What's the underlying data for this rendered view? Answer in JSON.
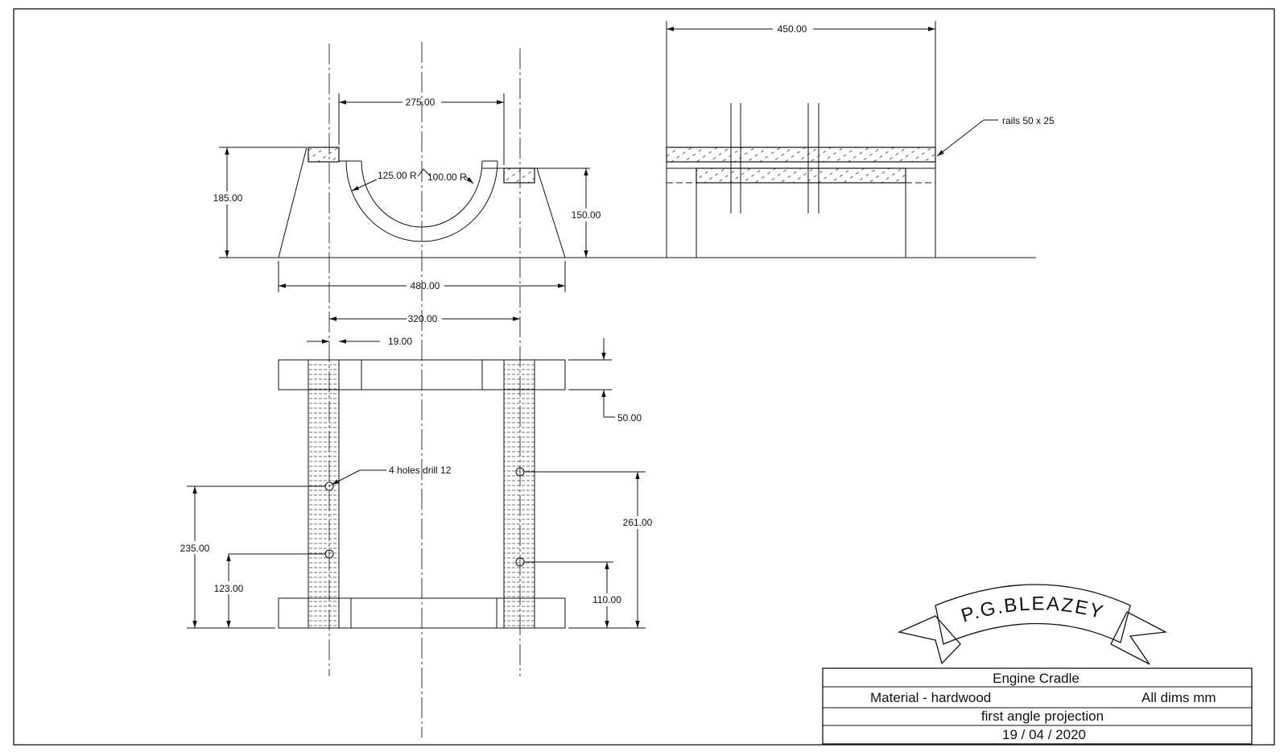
{
  "drawing": {
    "front_view": {
      "dim_width_top": "275.00",
      "dim_outer_radius": "125.00 R",
      "dim_inner_radius": "100.00 R",
      "dim_height_left": "185.00",
      "dim_height_right": "150.00",
      "dim_base_width": "480.00"
    },
    "side_view": {
      "dim_length": "450.00",
      "rails_note": "rails 50 x 25"
    },
    "plan_view": {
      "dim_rail_centres": "320.00",
      "dim_rail_width": "19.00",
      "dim_end_block": "50.00",
      "holes_note": "4 holes drill 12",
      "dim_hole_left_upper": "235.00",
      "dim_hole_left_lower": "123.00",
      "dim_hole_right_upper": "261.00",
      "dim_hole_right_lower": "110.00"
    },
    "logo_text": "P.G.BLEAZEY",
    "title_block": {
      "title": "Engine Cradle",
      "material": "Material - hardwood",
      "units": "All dims mm",
      "projection": "first angle projection",
      "date": "19 / 04 / 2020"
    }
  }
}
